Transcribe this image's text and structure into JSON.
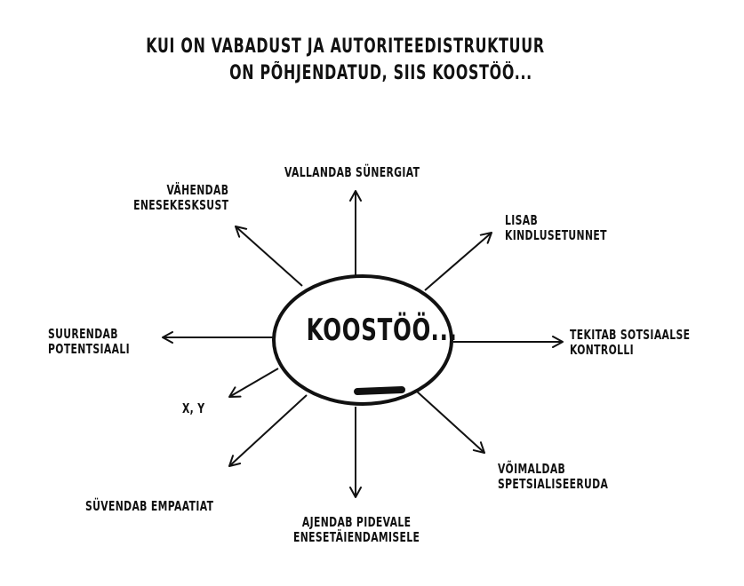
{
  "title": {
    "line1": "KUI ON VABADUST JA AUTORITEEDISTRUKTUUR",
    "line2": "ON PÕHJENDATUD, SIIS KOOSTÖÖ..."
  },
  "center": {
    "label": "KOOSTÖÖ..."
  },
  "outcomes": {
    "top": {
      "line1": "VALLANDAB SÜNERGIAT"
    },
    "top_left": {
      "line1": "VÄHENDAB",
      "line2": "ENESEKESKSUST"
    },
    "top_right": {
      "line1": "LISAB",
      "line2": "KINDLUSETUNNET"
    },
    "left": {
      "line1": "SUURENDAB",
      "line2": "POTENTSIAALI"
    },
    "right": {
      "line1": "TEKITAB SOTSIAALSE",
      "line2": "KONTROLLI"
    },
    "small_left": {
      "line1": "X, Y"
    },
    "bottom_left": {
      "line1": "SÜVENDAB EMPAATIAT"
    },
    "bottom": {
      "line1": "AJENDAB PIDEVALE",
      "line2": "ENESETÄIENDAMISELE"
    },
    "bottom_right": {
      "line1": "VÕIMALDAB",
      "line2": "SPETSIALISEERUDA"
    }
  },
  "colors": {
    "ink": "#111111",
    "background": "#ffffff"
  }
}
